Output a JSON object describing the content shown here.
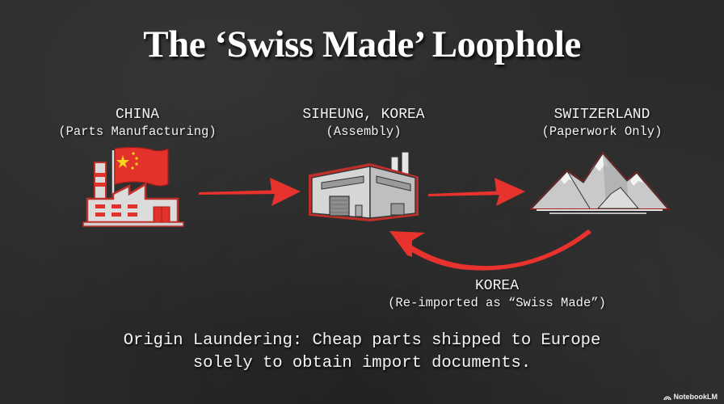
{
  "title": "The ‘Swiss Made’ Loophole",
  "nodes": [
    {
      "id": "china",
      "name": "CHINA",
      "role": "(Parts Manufacturing)",
      "icon": "factory-with-china-flag-icon"
    },
    {
      "id": "korea",
      "name": "SIHEUNG, KOREA",
      "role": "(Assembly)",
      "icon": "factory-building-icon"
    },
    {
      "id": "switzerland",
      "name": "SWITZERLAND",
      "role": "(Paperwork Only)",
      "icon": "mountains-icon"
    }
  ],
  "return_flow": {
    "name": "KOREA",
    "role": "(Re-imported as “Swiss Made”)"
  },
  "edges": [
    {
      "from": "china",
      "to": "korea"
    },
    {
      "from": "korea",
      "to": "switzerland"
    },
    {
      "from": "switzerland",
      "to": "korea",
      "curved": true
    }
  ],
  "caption": {
    "line1": "Origin Laundering: Cheap parts shipped to Europe",
    "line2": "solely to obtain import documents."
  },
  "branding": {
    "label": "NotebookLM"
  },
  "colors": {
    "background": "#2b2b2b",
    "accent_red": "#e8322d",
    "text": "#f4f4f4",
    "flag_star": "#f7d51d"
  }
}
